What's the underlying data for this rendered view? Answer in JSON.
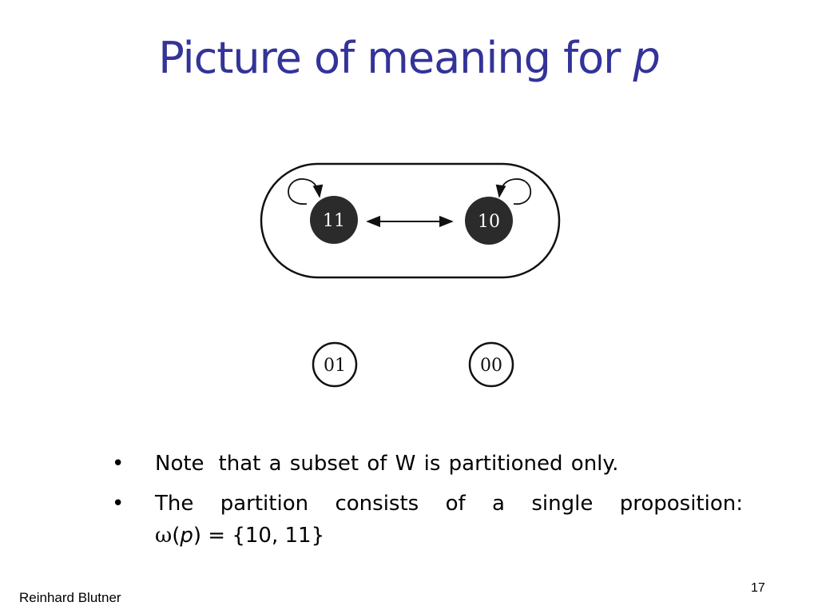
{
  "slide": {
    "title_text": "Picture of meaning for",
    "title_var": "p"
  },
  "diagram": {
    "nodes": [
      {
        "label": "11",
        "filled": true
      },
      {
        "label": "10",
        "filled": true
      },
      {
        "label": "01",
        "filled": false
      },
      {
        "label": "00",
        "filled": false
      }
    ],
    "partition_cells": [
      [
        "11",
        "10"
      ]
    ],
    "edges": [
      {
        "from": "11",
        "to": "10",
        "type": "bidirectional"
      },
      {
        "from": "11",
        "to": "11",
        "type": "self-loop"
      },
      {
        "from": "10",
        "to": "10",
        "type": "self-loop"
      }
    ],
    "colors": {
      "filled_node": "#2b2b2b",
      "line": "#111111",
      "label_light": "#ffffff",
      "title": "#333399"
    }
  },
  "bullets": {
    "marker": "•",
    "b1_word1": "Note",
    "b1_rest": "that a subset of W is partitioned only.",
    "b2_line1": "The partition consists of a single proposition:",
    "b2_omega": "ω",
    "b2_open": "(",
    "b2_var": "p",
    "b2_close": ") = {10, 11}"
  },
  "footer": {
    "author": "Reinhard Blutner",
    "page_number": "17"
  }
}
